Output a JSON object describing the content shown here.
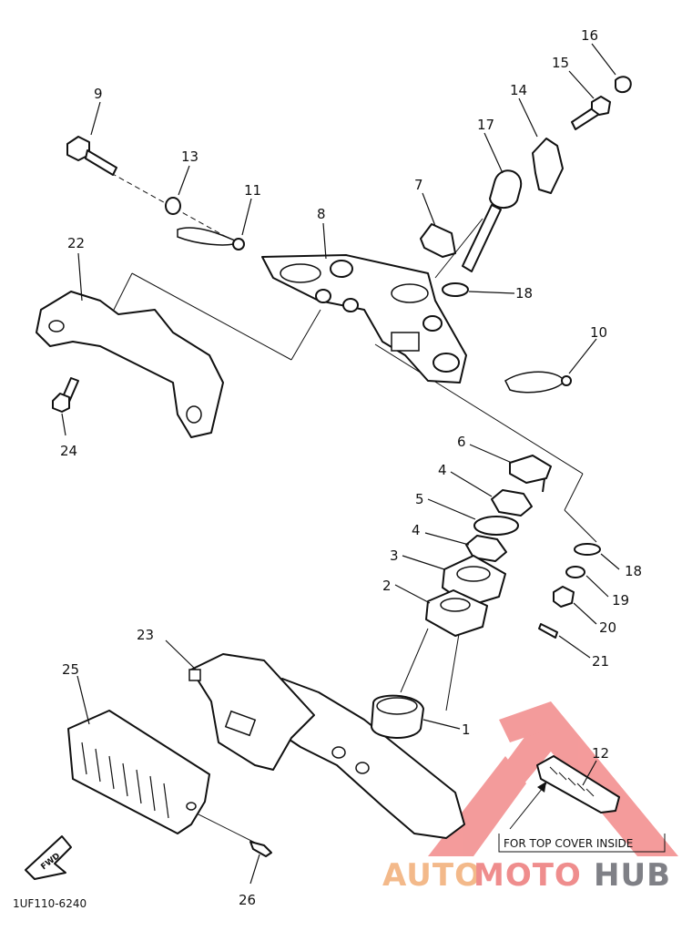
{
  "diagram": {
    "part_numbers": [
      "1",
      "2",
      "3",
      "4",
      "4",
      "5",
      "6",
      "7",
      "8",
      "9",
      "10",
      "11",
      "12",
      "13",
      "14",
      "15",
      "16",
      "17",
      "18",
      "18",
      "19",
      "20",
      "21",
      "22",
      "23",
      "24",
      "25",
      "26"
    ],
    "note": "FOR TOP COVER INSIDE",
    "fwd_label": "FWD",
    "drawing_code": "1UF110-6240"
  },
  "watermark": {
    "part1": "AUTO",
    "part2": "MOTO",
    "part3": "HUB",
    "colors": {
      "auto": "#f3b98a",
      "moto": "#ef8d8d",
      "hub": "#7f8086",
      "triangle": "#f07a7a"
    }
  }
}
